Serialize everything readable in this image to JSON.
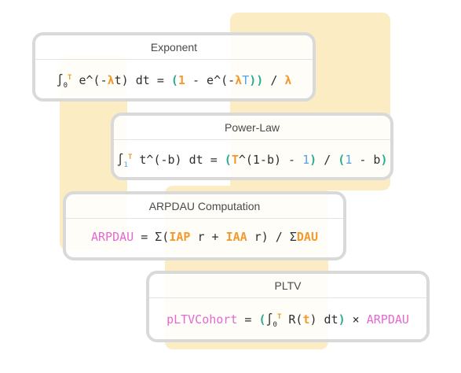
{
  "cards": {
    "exponent": {
      "title": "Exponent",
      "formula": {
        "t1": "∫",
        "t2": "0",
        "t3": "T",
        "t4": " e^(-",
        "t5": "λ",
        "t6": "t) dt = ",
        "t7": "(",
        "t8": "1",
        "t9": " - e^(-",
        "t10": "λ",
        "t11": "T",
        "t12": "))",
        "t13": " / ",
        "t14": "λ"
      }
    },
    "power_law": {
      "title": "Power-Law",
      "formula": {
        "t1": "∫",
        "t2": "1",
        "t3": "T",
        "t4": " t^(-b) dt = ",
        "t5": "(",
        "t6": "T",
        "t7": "^(1-b) - ",
        "t8": "1",
        "t9": ")",
        "t10": " / ",
        "t11": "(",
        "t12": "1",
        "t13": " - b",
        "t14": ")"
      }
    },
    "arpdau": {
      "title": "ARPDAU Computation",
      "formula": {
        "t1": "ARPDAU",
        "t2": " = ",
        "t3": "Σ(",
        "t4": "IAP",
        "t5": " r + ",
        "t6": "IAA",
        "t7": " r",
        "t8": ")",
        "t9": " / ",
        "t10": "Σ",
        "t11": "DAU"
      }
    },
    "pltv": {
      "title": "PLTV",
      "formula": {
        "t1": "pLTVCohort",
        "t2": " = ",
        "t3": "(",
        "t4": "∫",
        "t5": "0",
        "t6": "T",
        "t7": " R(",
        "t8": "t",
        "t9": ") dt",
        "t10": ")",
        "t11": " × ",
        "t12": "ARPDAU"
      }
    }
  },
  "colors": {
    "background_accent": "#fbecc4",
    "orange": "#f39a2f",
    "green": "#29ad8f",
    "blue": "#4fa4e8",
    "pink": "#e26ad2",
    "card_border": "#d9d9d9"
  }
}
